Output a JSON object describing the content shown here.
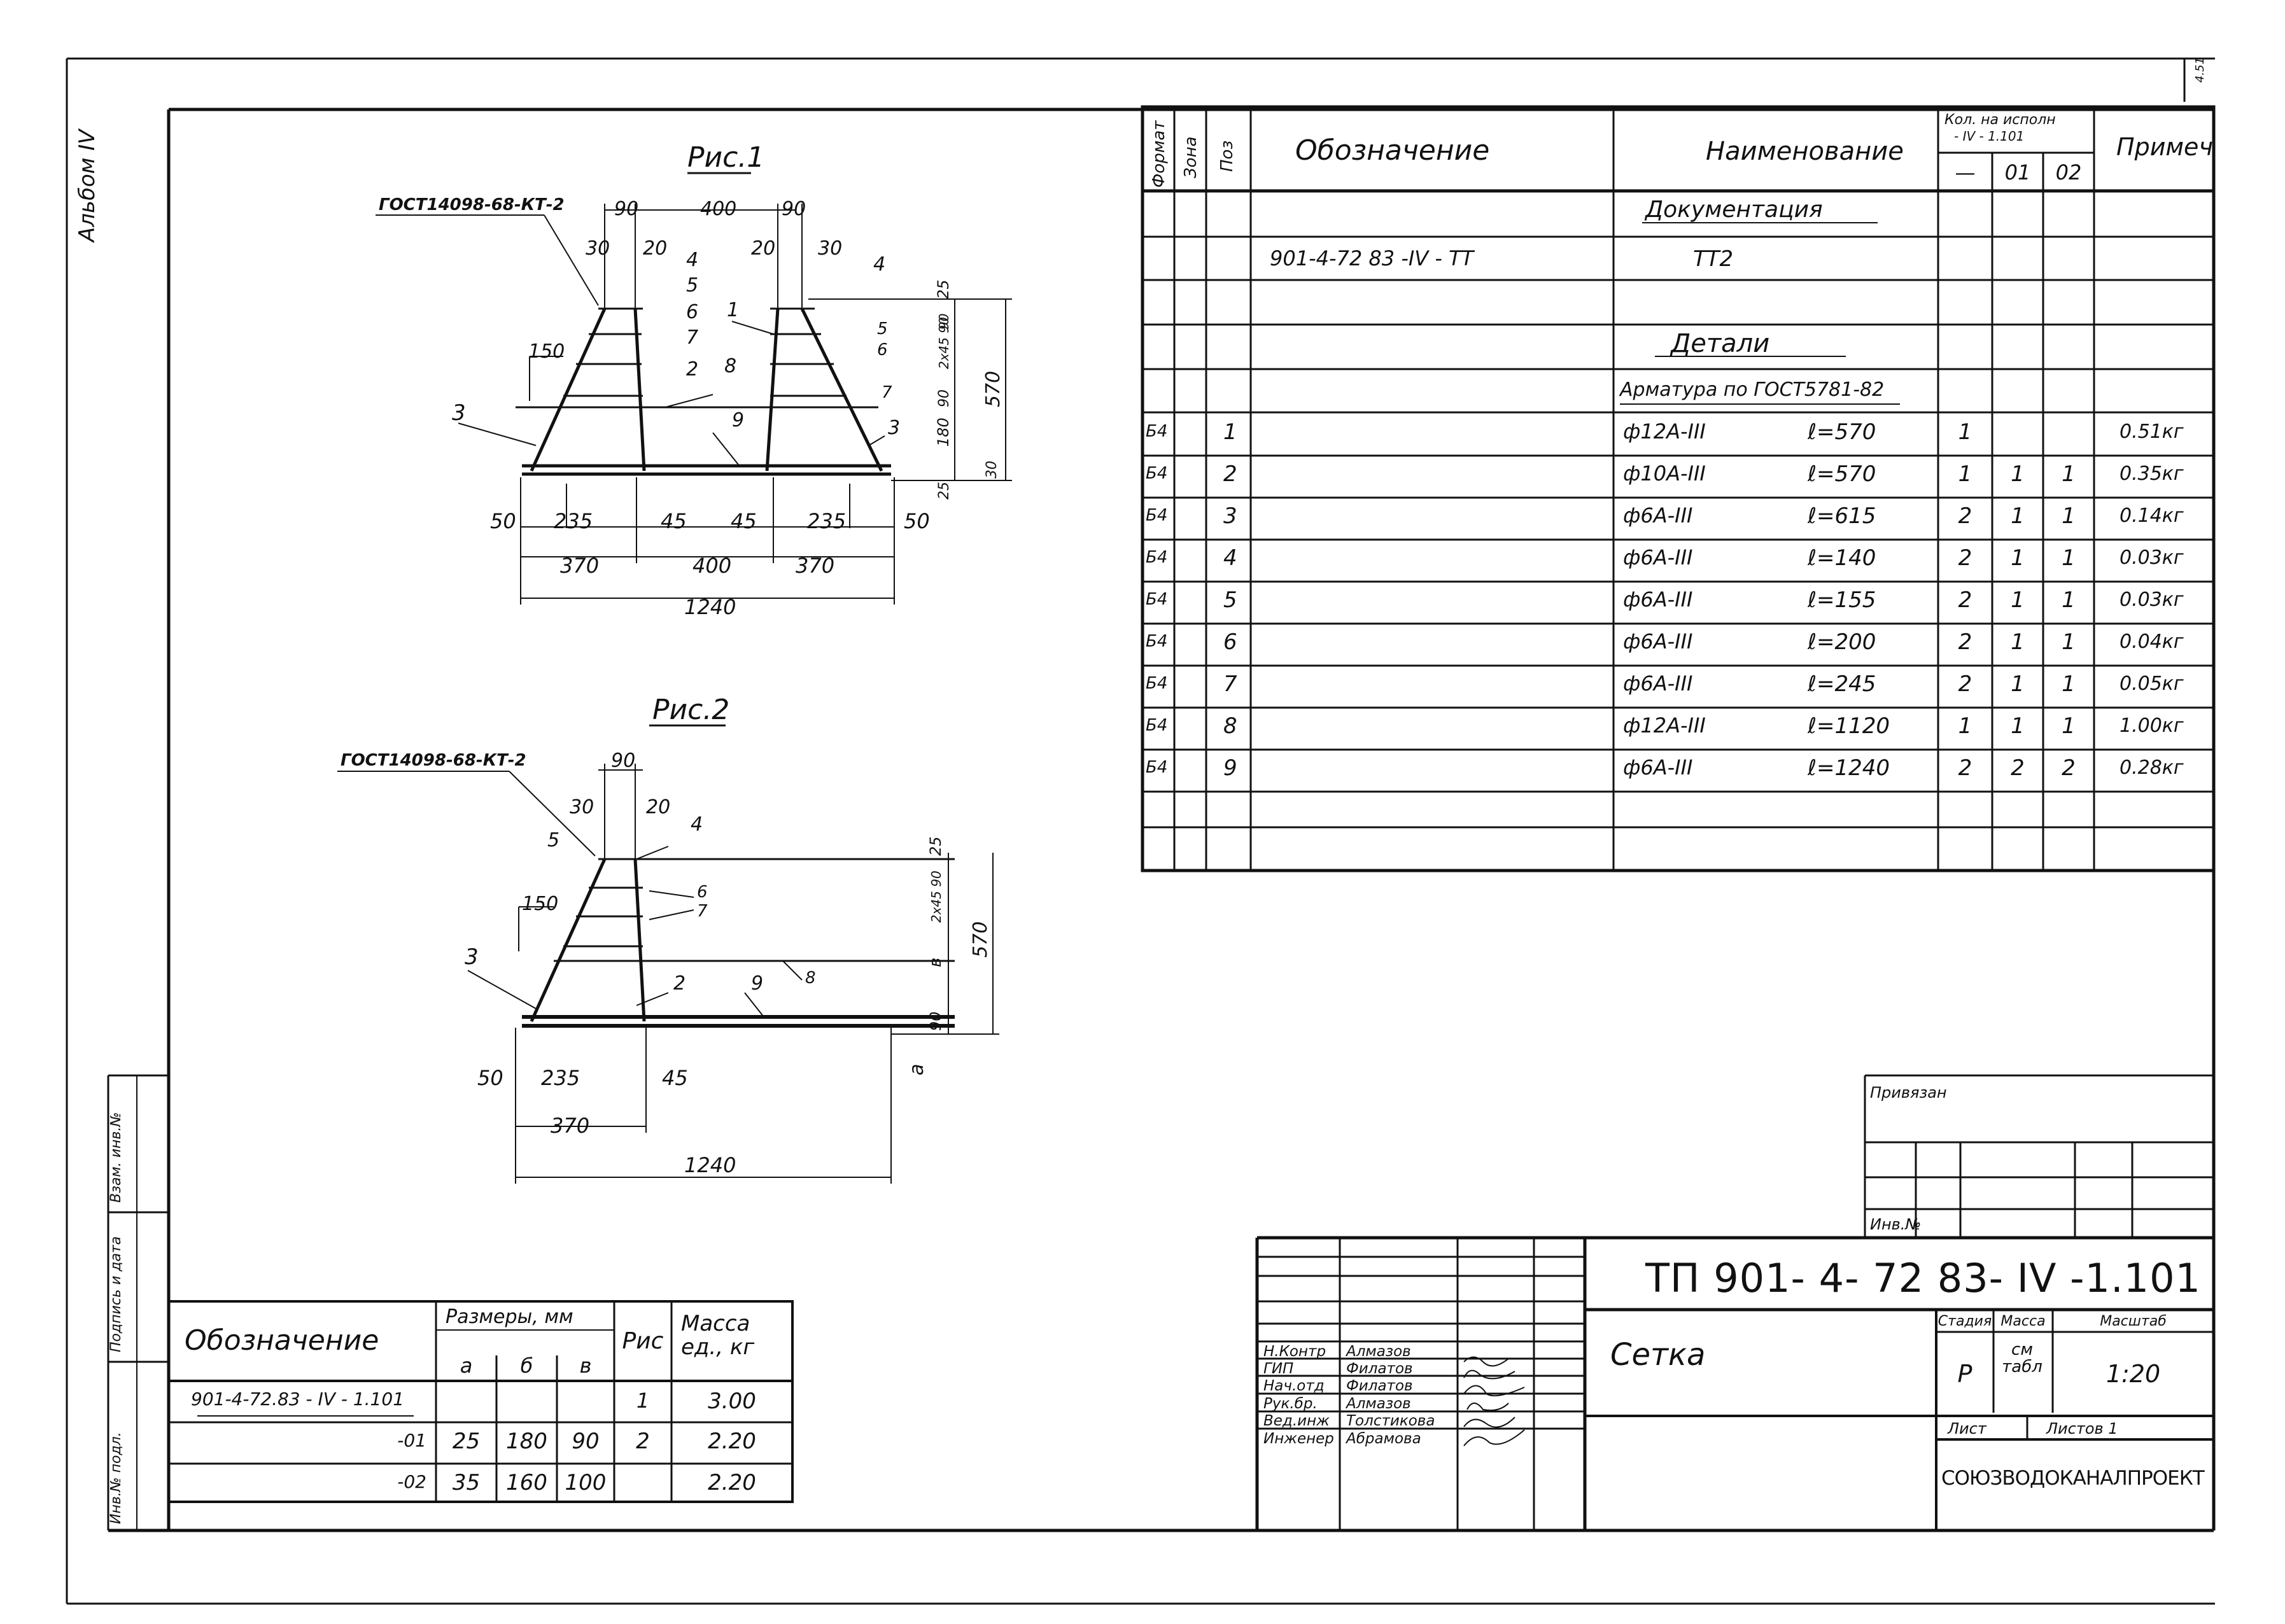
{
  "album_label": "Альбом IV",
  "corner_mark": "4.51",
  "fig1": {
    "title": "Рис.1",
    "gost": "ГОСТ14098-68-КТ-2",
    "top_dims": [
      "90",
      "400",
      "90"
    ],
    "small_dims_left": [
      "30",
      "20"
    ],
    "small_dims_right": [
      "20",
      "30"
    ],
    "pos_marks": [
      "4",
      "5",
      "6",
      "7",
      "2",
      "8",
      "1",
      "5",
      "6",
      "7",
      "3",
      "9",
      "3",
      "4"
    ],
    "dim_150": "150",
    "right_dims": [
      "25",
      "90",
      "2x45 90",
      "90",
      "180",
      "25",
      "30"
    ],
    "height": "570",
    "bottom1": [
      "50",
      "235",
      "45",
      "45",
      "235",
      "50"
    ],
    "bottom2": [
      "370",
      "400",
      "370"
    ],
    "total": "1240"
  },
  "fig2": {
    "title": "Рис.2",
    "gost": "ГОСТ14098-68-КТ-2",
    "top_dim": "90",
    "small_dims": [
      "30",
      "20"
    ],
    "pos_marks": [
      "5",
      "4",
      "6",
      "7",
      "3",
      "2",
      "9",
      "8"
    ],
    "dim_150": "150",
    "right_dims": [
      "25",
      "2x45 90",
      "в",
      "90"
    ],
    "height": "570",
    "side_a": "а",
    "bottom1": [
      "50",
      "235",
      "45"
    ],
    "bottom2": "370",
    "total": "1240"
  },
  "spec": {
    "headers": {
      "format": "Формат",
      "zone": "Зона",
      "pos": "Поз",
      "designation": "Обозначение",
      "name": "Наименование",
      "qty": "Кол. на исполн",
      "qty_sub": "- IV - 1.101",
      "qty_cols": [
        "—",
        "01",
        "02"
      ],
      "note": "Примеч"
    },
    "section_docs": "Документация",
    "doc_row": {
      "designation": "901-4-72 83 -IV - ТТ",
      "name": "ТТ2"
    },
    "section_details": "Детали",
    "subhead": "Арматура по ГОСТ5781-82",
    "rows": [
      {
        "format": "Б4",
        "pos": "1",
        "name": "ф12А-III",
        "len": "ℓ=570",
        "q0": "1",
        "q1": "",
        "q2": "",
        "note": "0.51кг"
      },
      {
        "format": "Б4",
        "pos": "2",
        "name": "ф10А-III",
        "len": "ℓ=570",
        "q0": "1",
        "q1": "1",
        "q2": "1",
        "note": "0.35кг"
      },
      {
        "format": "Б4",
        "pos": "3",
        "name": "ф6А-III",
        "len": "ℓ=615",
        "q0": "2",
        "q1": "1",
        "q2": "1",
        "note": "0.14кг"
      },
      {
        "format": "Б4",
        "pos": "4",
        "name": "ф6А-III",
        "len": "ℓ=140",
        "q0": "2",
        "q1": "1",
        "q2": "1",
        "note": "0.03кг"
      },
      {
        "format": "Б4",
        "pos": "5",
        "name": "ф6А-III",
        "len": "ℓ=155",
        "q0": "2",
        "q1": "1",
        "q2": "1",
        "note": "0.03кг"
      },
      {
        "format": "Б4",
        "pos": "6",
        "name": "ф6А-III",
        "len": "ℓ=200",
        "q0": "2",
        "q1": "1",
        "q2": "1",
        "note": "0.04кг"
      },
      {
        "format": "Б4",
        "pos": "7",
        "name": "ф6А-III",
        "len": "ℓ=245",
        "q0": "2",
        "q1": "1",
        "q2": "1",
        "note": "0.05кг"
      },
      {
        "format": "Б4",
        "pos": "8",
        "name": "ф12А-III",
        "len": "ℓ=1120",
        "q0": "1",
        "q1": "1",
        "q2": "1",
        "note": "1.00кг"
      },
      {
        "format": "Б4",
        "pos": "9",
        "name": "ф6А-III",
        "len": "ℓ=1240",
        "q0": "2",
        "q1": "2",
        "q2": "2",
        "note": "0.28кг"
      }
    ]
  },
  "size_table": {
    "headers": {
      "designation": "Обозначение",
      "sizes": "Размеры, мм",
      "sub": [
        "а",
        "б",
        "в"
      ],
      "fig": "Рис",
      "mass": "Масса ед., кг"
    },
    "rows": [
      {
        "designation": "901-4-72.83 - IV - 1.101",
        "a": "",
        "b": "",
        "c": "",
        "fig": "1",
        "mass": "3.00"
      },
      {
        "designation": "-01",
        "a": "25",
        "b": "180",
        "c": "90",
        "fig": "2",
        "mass": "2.20"
      },
      {
        "designation": "-02",
        "a": "35",
        "b": "160",
        "c": "100",
        "fig": "",
        "mass": "2.20"
      }
    ]
  },
  "left_margin": {
    "inv_podl": "Инв.№ подл.",
    "podpis": "Подпись и дата",
    "vzam": "Взам. инв.№"
  },
  "privyazan": {
    "label": "Привязан",
    "inv": "Инв.№"
  },
  "title_block": {
    "code": "ТП 901- 4- 72 83- IV -1.101",
    "name": "Сетка",
    "stadia_label": "Стадия",
    "massa_label": "Масса",
    "masshtab_label": "Масштаб",
    "stadia": "Р",
    "massa": "см табл",
    "masshtab": "1:20",
    "list_label": "Лист",
    "listov_label": "Листов 1",
    "org": "СОЮЗВОДОКАНАЛПРОЕКТ",
    "people": [
      {
        "role": "Н.Контр",
        "name": "Алмазов"
      },
      {
        "role": "ГИП",
        "name": "Филатов"
      },
      {
        "role": "Нач.отд",
        "name": "Филатов"
      },
      {
        "role": "Рук.бр.",
        "name": "Алмазов"
      },
      {
        "role": "Вед.инж",
        "name": "Толстикова"
      },
      {
        "role": "Инженер",
        "name": "Абрамова"
      }
    ]
  }
}
